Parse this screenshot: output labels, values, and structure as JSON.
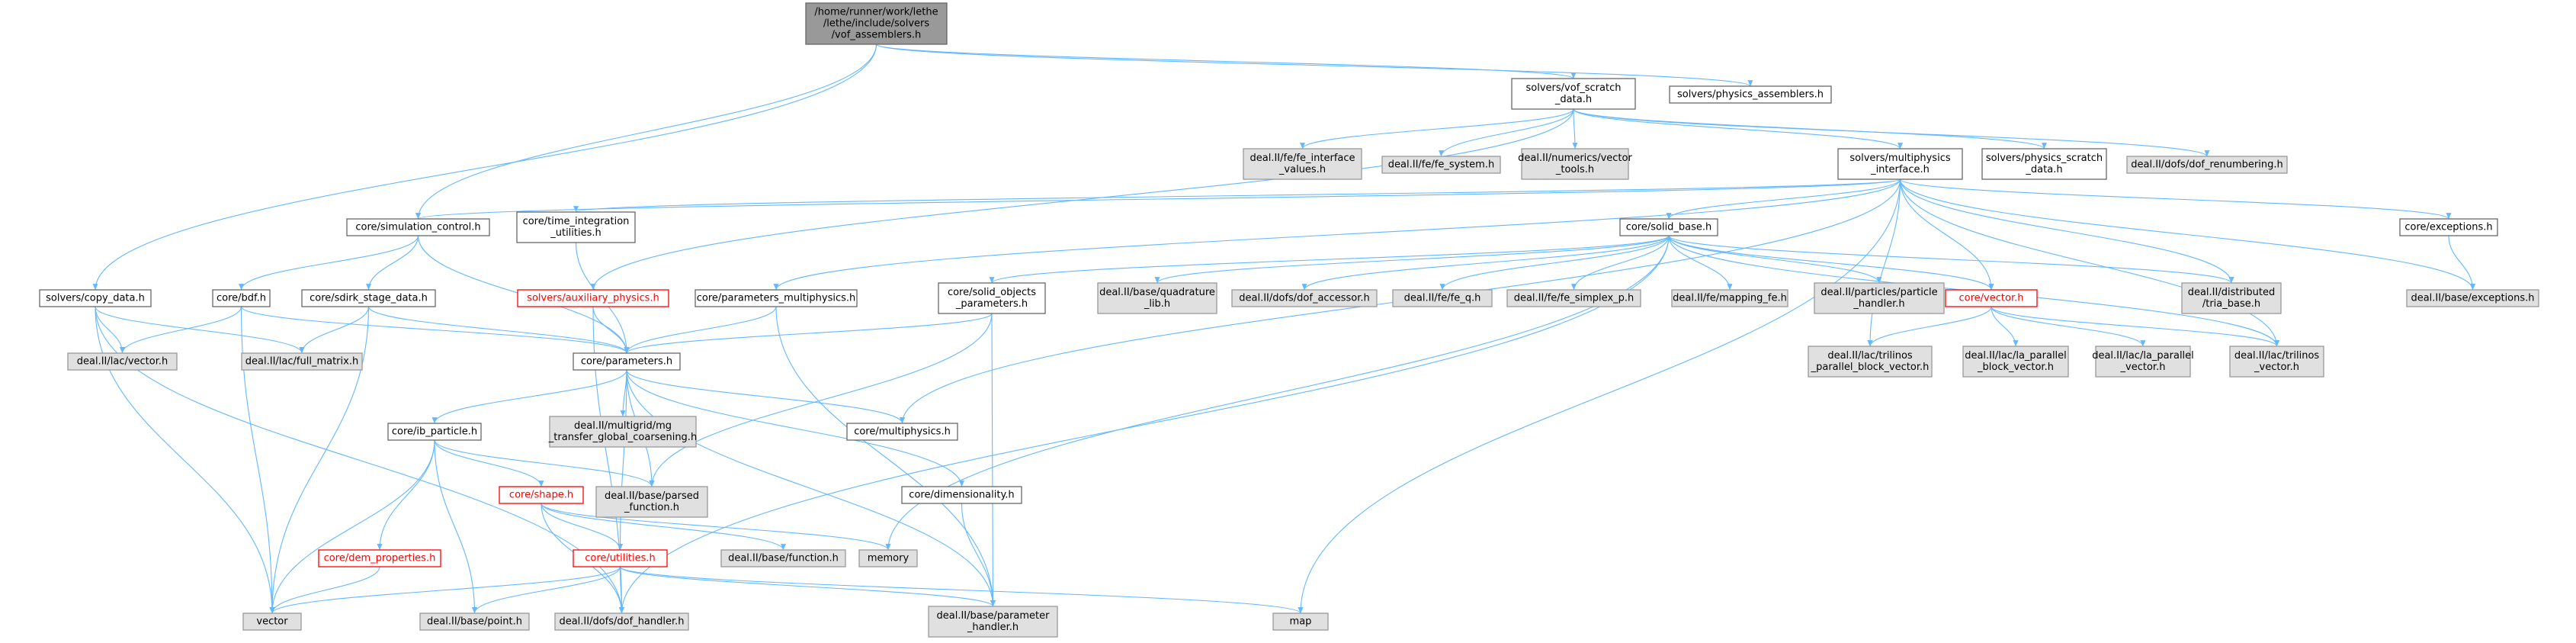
{
  "colors": {
    "edge": "#63b8ff",
    "root_fill": "#999999",
    "internal_fill": "#ffffff",
    "internal_stroke": "#666666",
    "external_fill": "#e0e0e0",
    "external_stroke": "#999999",
    "undocumented_stroke": "#ff0000",
    "undocumented_text": "#ff0000",
    "text": "#000000"
  },
  "nodes": [
    {
      "id": "root",
      "kind": "root",
      "lines": [
        "/home/runner/work/lethe",
        "/lethe/include/solvers",
        "/vof_assemblers.h"
      ]
    },
    {
      "id": "vof_scratch",
      "kind": "internal",
      "lines": [
        "solvers/vof_scratch",
        "_data.h"
      ]
    },
    {
      "id": "physics_assemblers",
      "kind": "internal",
      "lines": [
        "solvers/physics_assemblers.h"
      ]
    },
    {
      "id": "fe_interface_values",
      "kind": "external",
      "lines": [
        "deal.II/fe/fe_interface",
        "_values.h"
      ]
    },
    {
      "id": "fe_system",
      "kind": "external",
      "lines": [
        "deal.II/fe/fe_system.h"
      ]
    },
    {
      "id": "vector_tools",
      "kind": "external",
      "lines": [
        "deal.II/numerics/vector",
        "_tools.h"
      ]
    },
    {
      "id": "multiphysics_interface",
      "kind": "internal",
      "lines": [
        "solvers/multiphysics",
        "_interface.h"
      ]
    },
    {
      "id": "physics_scratch",
      "kind": "internal",
      "lines": [
        "solvers/physics_scratch",
        "_data.h"
      ]
    },
    {
      "id": "dof_renumbering",
      "kind": "external",
      "lines": [
        "deal.II/dofs/dof_renumbering.h"
      ]
    },
    {
      "id": "simulation_control",
      "kind": "internal",
      "lines": [
        "core/simulation_control.h"
      ]
    },
    {
      "id": "time_integration",
      "kind": "internal",
      "lines": [
        "core/time_integration",
        "_utilities.h"
      ]
    },
    {
      "id": "solid_base",
      "kind": "internal",
      "lines": [
        "core/solid_base.h"
      ]
    },
    {
      "id": "exceptions",
      "kind": "internal",
      "lines": [
        "core/exceptions.h"
      ]
    },
    {
      "id": "copy_data",
      "kind": "internal",
      "lines": [
        "solvers/copy_data.h"
      ]
    },
    {
      "id": "bdf",
      "kind": "internal",
      "lines": [
        "core/bdf.h"
      ]
    },
    {
      "id": "sdirk",
      "kind": "internal",
      "lines": [
        "core/sdirk_stage_data.h"
      ]
    },
    {
      "id": "auxiliary_physics",
      "kind": "undocumented",
      "lines": [
        "solvers/auxiliary_physics.h"
      ]
    },
    {
      "id": "parameters_multiphysics",
      "kind": "internal",
      "lines": [
        "core/parameters_multiphysics.h"
      ]
    },
    {
      "id": "solid_objects_parameters",
      "kind": "internal",
      "lines": [
        "core/solid_objects",
        "_parameters.h"
      ]
    },
    {
      "id": "quadrature_lib",
      "kind": "external",
      "lines": [
        "deal.II/base/quadrature",
        "_lib.h"
      ]
    },
    {
      "id": "dof_accessor",
      "kind": "external",
      "lines": [
        "deal.II/dofs/dof_accessor.h"
      ]
    },
    {
      "id": "fe_q",
      "kind": "external",
      "lines": [
        "deal.II/fe/fe_q.h"
      ]
    },
    {
      "id": "fe_simplex_p",
      "kind": "external",
      "lines": [
        "deal.II/fe/fe_simplex_p.h"
      ]
    },
    {
      "id": "mapping_fe",
      "kind": "external",
      "lines": [
        "deal.II/fe/mapping_fe.h"
      ]
    },
    {
      "id": "particle_handler",
      "kind": "external",
      "lines": [
        "deal.II/particles/particle",
        "_handler.h"
      ]
    },
    {
      "id": "core_vector",
      "kind": "undocumented",
      "lines": [
        "core/vector.h"
      ]
    },
    {
      "id": "tria_base",
      "kind": "external",
      "lines": [
        "deal.II/distributed",
        "/tria_base.h"
      ]
    },
    {
      "id": "base_exceptions",
      "kind": "external",
      "lines": [
        "deal.II/base/exceptions.h"
      ]
    },
    {
      "id": "lac_vector",
      "kind": "external",
      "lines": [
        "deal.II/lac/vector.h"
      ]
    },
    {
      "id": "full_matrix",
      "kind": "external",
      "lines": [
        "deal.II/lac/full_matrix.h"
      ]
    },
    {
      "id": "parameters",
      "kind": "internal",
      "lines": [
        "core/parameters.h"
      ]
    },
    {
      "id": "trilinos_parallel_block_vector",
      "kind": "external",
      "lines": [
        "deal.II/lac/trilinos",
        "_parallel_block_vector.h"
      ]
    },
    {
      "id": "la_parallel_block_vector",
      "kind": "external",
      "lines": [
        "deal.II/lac/la_parallel",
        "_block_vector.h"
      ]
    },
    {
      "id": "la_parallel_vector",
      "kind": "external",
      "lines": [
        "deal.II/lac/la_parallel",
        "_vector.h"
      ]
    },
    {
      "id": "trilinos_vector",
      "kind": "external",
      "lines": [
        "deal.II/lac/trilinos",
        "_vector.h"
      ]
    },
    {
      "id": "ib_particle",
      "kind": "internal",
      "lines": [
        "core/ib_particle.h"
      ]
    },
    {
      "id": "mg_transfer",
      "kind": "external",
      "lines": [
        "deal.II/multigrid/mg",
        "_transfer_global_coarsening.h"
      ]
    },
    {
      "id": "multiphysics",
      "kind": "internal",
      "lines": [
        "core/multiphysics.h"
      ]
    },
    {
      "id": "parsed_function",
      "kind": "external",
      "lines": [
        "deal.II/base/parsed",
        "_function.h"
      ]
    },
    {
      "id": "shape",
      "kind": "undocumented",
      "lines": [
        "core/shape.h"
      ]
    },
    {
      "id": "dimensionality",
      "kind": "internal",
      "lines": [
        "core/dimensionality.h"
      ]
    },
    {
      "id": "dem_properties",
      "kind": "undocumented",
      "lines": [
        "core/dem_properties.h"
      ]
    },
    {
      "id": "utilities",
      "kind": "undocumented",
      "lines": [
        "core/utilities.h"
      ]
    },
    {
      "id": "base_function",
      "kind": "external",
      "lines": [
        "deal.II/base/function.h"
      ]
    },
    {
      "id": "memory",
      "kind": "external",
      "lines": [
        "memory"
      ]
    },
    {
      "id": "vector_std",
      "kind": "external",
      "lines": [
        "vector"
      ]
    },
    {
      "id": "base_point",
      "kind": "external",
      "lines": [
        "deal.II/base/point.h"
      ]
    },
    {
      "id": "dof_handler",
      "kind": "external",
      "lines": [
        "deal.II/dofs/dof_handler.h"
      ]
    },
    {
      "id": "parameter_handler",
      "kind": "external",
      "lines": [
        "deal.II/base/parameter",
        "_handler.h"
      ]
    },
    {
      "id": "map",
      "kind": "external",
      "lines": [
        "map"
      ]
    }
  ],
  "edges": [
    [
      "root",
      "vof_scratch"
    ],
    [
      "root",
      "physics_assemblers"
    ],
    [
      "root",
      "simulation_control"
    ],
    [
      "root",
      "copy_data"
    ],
    [
      "vof_scratch",
      "fe_interface_values"
    ],
    [
      "vof_scratch",
      "fe_system"
    ],
    [
      "vof_scratch",
      "vector_tools"
    ],
    [
      "vof_scratch",
      "multiphysics_interface"
    ],
    [
      "vof_scratch",
      "physics_scratch"
    ],
    [
      "vof_scratch",
      "dof_renumbering"
    ],
    [
      "vof_scratch",
      "auxiliary_physics"
    ],
    [
      "multiphysics_interface",
      "simulation_control"
    ],
    [
      "multiphysics_interface",
      "time_integration"
    ],
    [
      "multiphysics_interface",
      "solid_base"
    ],
    [
      "multiphysics_interface",
      "exceptions"
    ],
    [
      "multiphysics_interface",
      "parameters_multiphysics"
    ],
    [
      "multiphysics_interface",
      "multiphysics"
    ],
    [
      "multiphysics_interface",
      "core_vector"
    ],
    [
      "multiphysics_interface",
      "tria_base"
    ],
    [
      "multiphysics_interface",
      "base_exceptions"
    ],
    [
      "multiphysics_interface",
      "trilinos_parallel_block_vector"
    ],
    [
      "multiphysics_interface",
      "trilinos_vector"
    ],
    [
      "multiphysics_interface",
      "map"
    ],
    [
      "simulation_control",
      "bdf"
    ],
    [
      "simulation_control",
      "sdirk"
    ],
    [
      "simulation_control",
      "parameters"
    ],
    [
      "time_integration",
      "parameters"
    ],
    [
      "solid_base",
      "solid_objects_parameters"
    ],
    [
      "solid_base",
      "quadrature_lib"
    ],
    [
      "solid_base",
      "dof_accessor"
    ],
    [
      "solid_base",
      "fe_q"
    ],
    [
      "solid_base",
      "fe_simplex_p"
    ],
    [
      "solid_base",
      "mapping_fe"
    ],
    [
      "solid_base",
      "particle_handler"
    ],
    [
      "solid_base",
      "core_vector"
    ],
    [
      "solid_base",
      "tria_base"
    ],
    [
      "solid_base",
      "trilinos_vector"
    ],
    [
      "solid_base",
      "memory"
    ],
    [
      "solid_base",
      "dof_handler"
    ],
    [
      "exceptions",
      "base_exceptions"
    ],
    [
      "copy_data",
      "lac_vector"
    ],
    [
      "copy_data",
      "full_matrix"
    ],
    [
      "copy_data",
      "vector_std"
    ],
    [
      "copy_data",
      "dof_handler"
    ],
    [
      "bdf",
      "lac_vector"
    ],
    [
      "bdf",
      "parameters"
    ],
    [
      "bdf",
      "vector_std"
    ],
    [
      "sdirk",
      "full_matrix"
    ],
    [
      "sdirk",
      "parameters"
    ],
    [
      "sdirk",
      "vector_std"
    ],
    [
      "auxiliary_physics",
      "parameters"
    ],
    [
      "auxiliary_physics",
      "dof_handler"
    ],
    [
      "parameters_multiphysics",
      "parameters"
    ],
    [
      "parameters_multiphysics",
      "parameter_handler"
    ],
    [
      "solid_objects_parameters",
      "parameters"
    ],
    [
      "solid_objects_parameters",
      "parsed_function"
    ],
    [
      "solid_objects_parameters",
      "parameter_handler"
    ],
    [
      "core_vector",
      "trilinos_parallel_block_vector"
    ],
    [
      "core_vector",
      "la_parallel_block_vector"
    ],
    [
      "core_vector",
      "la_parallel_vector"
    ],
    [
      "core_vector",
      "trilinos_vector"
    ],
    [
      "parameters",
      "ib_particle"
    ],
    [
      "parameters",
      "mg_transfer"
    ],
    [
      "parameters",
      "multiphysics"
    ],
    [
      "parameters",
      "parsed_function"
    ],
    [
      "parameters",
      "dimensionality"
    ],
    [
      "parameters",
      "utilities"
    ],
    [
      "parameters",
      "parameter_handler"
    ],
    [
      "ib_particle",
      "parsed_function"
    ],
    [
      "ib_particle",
      "shape"
    ],
    [
      "ib_particle",
      "dem_properties"
    ],
    [
      "ib_particle",
      "vector_std"
    ],
    [
      "ib_particle",
      "base_point"
    ],
    [
      "shape",
      "utilities"
    ],
    [
      "shape",
      "base_function"
    ],
    [
      "shape",
      "memory"
    ],
    [
      "shape",
      "dof_handler"
    ],
    [
      "dimensionality",
      "parameter_handler"
    ],
    [
      "dem_properties",
      "vector_std"
    ],
    [
      "utilities",
      "vector_std"
    ],
    [
      "utilities",
      "base_point"
    ],
    [
      "utilities",
      "dof_handler"
    ],
    [
      "utilities",
      "parameter_handler"
    ],
    [
      "utilities",
      "map"
    ]
  ]
}
